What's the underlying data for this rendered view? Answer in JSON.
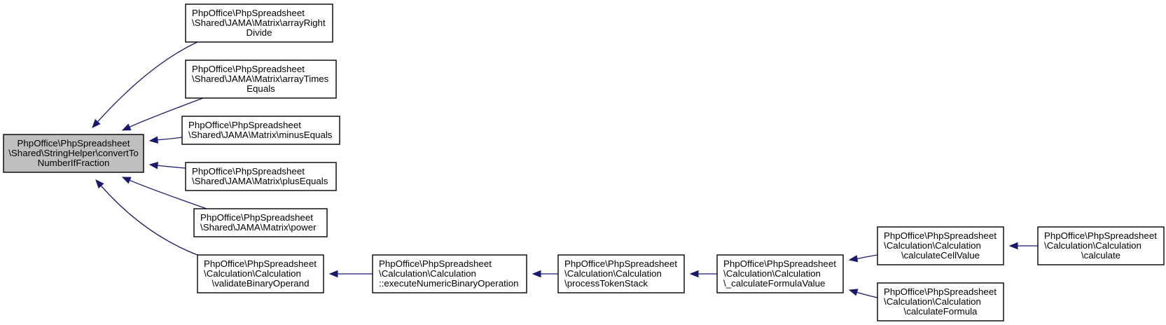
{
  "diagram": {
    "nodes": [
      {
        "id": "convertToNumberIfFraction",
        "lines": [
          "PhpOffice\\PhpSpreadsheet",
          "\\Shared\\StringHelper\\convertTo",
          "NumberIfFraction"
        ],
        "align": [
          "middle",
          "middle",
          "middle"
        ],
        "highlight": true
      },
      {
        "id": "arrayRightDivide",
        "lines": [
          "PhpOffice\\PhpSpreadsheet",
          "\\Shared\\JAMA\\Matrix\\arrayRight",
          "Divide"
        ],
        "align": [
          "start",
          "start",
          "middle"
        ]
      },
      {
        "id": "arrayTimesEquals",
        "lines": [
          "PhpOffice\\PhpSpreadsheet",
          "\\Shared\\JAMA\\Matrix\\arrayTimes",
          "Equals"
        ],
        "align": [
          "start",
          "start",
          "middle"
        ]
      },
      {
        "id": "minusEquals",
        "lines": [
          "PhpOffice\\PhpSpreadsheet",
          "\\Shared\\JAMA\\Matrix\\minusEquals"
        ],
        "align": [
          "start",
          "start"
        ]
      },
      {
        "id": "plusEquals",
        "lines": [
          "PhpOffice\\PhpSpreadsheet",
          "\\Shared\\JAMA\\Matrix\\plusEquals"
        ],
        "align": [
          "start",
          "start"
        ]
      },
      {
        "id": "power",
        "lines": [
          "PhpOffice\\PhpSpreadsheet",
          "\\Shared\\JAMA\\Matrix\\power"
        ],
        "align": [
          "start",
          "start"
        ]
      },
      {
        "id": "validateBinaryOperand",
        "lines": [
          "PhpOffice\\PhpSpreadsheet",
          "\\Calculation\\Calculation",
          "\\validateBinaryOperand"
        ],
        "align": [
          "start",
          "start",
          "middle"
        ]
      },
      {
        "id": "executeNumericBinaryOperation",
        "lines": [
          "PhpOffice\\PhpSpreadsheet",
          "\\Calculation\\Calculation",
          "::executeNumericBinaryOperation"
        ],
        "align": [
          "start",
          "start",
          "start"
        ]
      },
      {
        "id": "processTokenStack",
        "lines": [
          "PhpOffice\\PhpSpreadsheet",
          "\\Calculation\\Calculation",
          "\\processTokenStack"
        ],
        "align": [
          "start",
          "start",
          "start"
        ]
      },
      {
        "id": "_calculateFormulaValue",
        "lines": [
          "PhpOffice\\PhpSpreadsheet",
          "\\Calculation\\Calculation",
          "\\_calculateFormulaValue"
        ],
        "align": [
          "start",
          "start",
          "start"
        ]
      },
      {
        "id": "calculateCellValue",
        "lines": [
          "PhpOffice\\PhpSpreadsheet",
          "\\Calculation\\Calculation",
          "\\calculateCellValue"
        ],
        "align": [
          "start",
          "start",
          "middle"
        ]
      },
      {
        "id": "calculate",
        "lines": [
          "PhpOffice\\PhpSpreadsheet",
          "\\Calculation\\Calculation",
          "\\calculate"
        ],
        "align": [
          "start",
          "start",
          "middle"
        ]
      },
      {
        "id": "calculateFormula",
        "lines": [
          "PhpOffice\\PhpSpreadsheet",
          "\\Calculation\\Calculation",
          "\\calculateFormula"
        ],
        "align": [
          "start",
          "start",
          "middle"
        ]
      }
    ],
    "edges": [
      {
        "from": "arrayRightDivide",
        "to": "convertToNumberIfFraction"
      },
      {
        "from": "arrayTimesEquals",
        "to": "convertToNumberIfFraction"
      },
      {
        "from": "minusEquals",
        "to": "convertToNumberIfFraction"
      },
      {
        "from": "plusEquals",
        "to": "convertToNumberIfFraction"
      },
      {
        "from": "power",
        "to": "convertToNumberIfFraction"
      },
      {
        "from": "validateBinaryOperand",
        "to": "convertToNumberIfFraction"
      },
      {
        "from": "executeNumericBinaryOperation",
        "to": "validateBinaryOperand"
      },
      {
        "from": "processTokenStack",
        "to": "executeNumericBinaryOperation"
      },
      {
        "from": "_calculateFormulaValue",
        "to": "processTokenStack"
      },
      {
        "from": "calculateCellValue",
        "to": "_calculateFormulaValue"
      },
      {
        "from": "calculateFormula",
        "to": "_calculateFormulaValue"
      },
      {
        "from": "calculate",
        "to": "calculateCellValue"
      }
    ],
    "colors": {
      "edge": "#191970",
      "highlight_fill": "#bfbfbf",
      "box_stroke": "#000000"
    }
  }
}
